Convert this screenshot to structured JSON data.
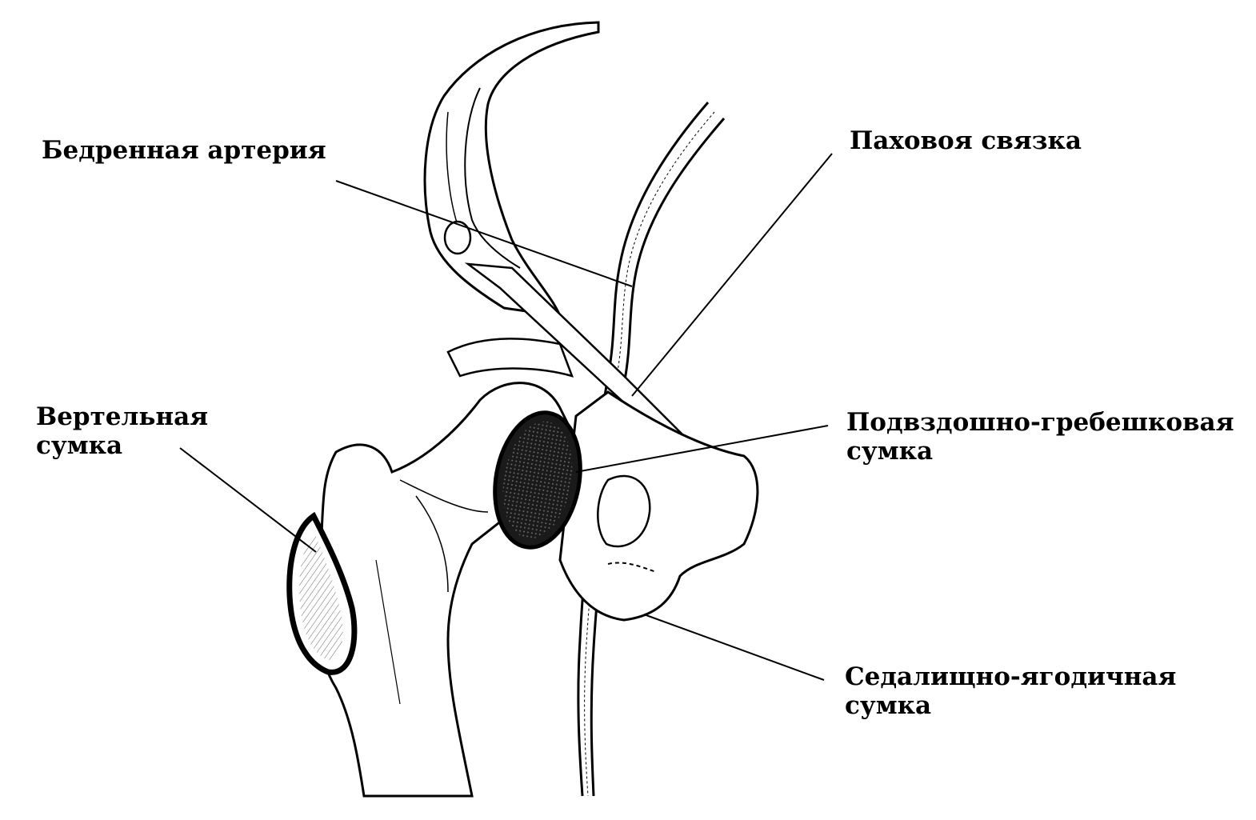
{
  "labels": {
    "femoral_artery": "Бедренная артерия",
    "inguinal_ligament": "Паховоя связка",
    "trochanteric_bursa": [
      "Вертельная",
      "сумка"
    ],
    "iliopectineal_bursa": [
      "Подвздошно-гребешковая",
      "сумка"
    ],
    "ischiogluteal_bursa": [
      "Седалищно-ягодичная",
      "сумка"
    ]
  },
  "colors": {
    "ink": "#000000",
    "bone": "#ffffff",
    "bursa_fill": "#1a1a1a"
  }
}
